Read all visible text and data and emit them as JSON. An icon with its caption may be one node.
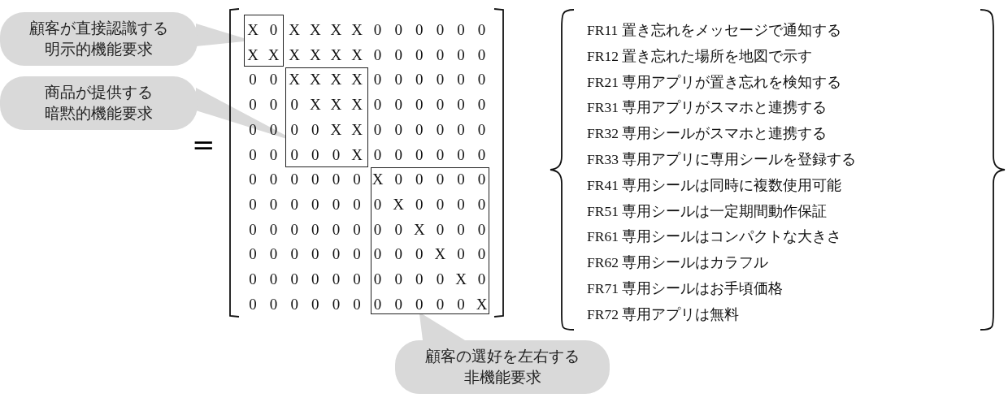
{
  "diagram": {
    "nodes": [
      {
        "text": [
          "顧客が直接認識する明示的機能要求"
        ]
      },
      {
        "text": [],
        "shape": "box"
      },
      {
        "text": [
          "商品が提供する暗黙的機能要求"
        ]
      },
      {
        "text": [],
        "shape": "box"
      },
      {
        "text": [],
        "shape": "box"
      },
      {
        "text": [
          "顧客の選好を左右する非機能要求"
        ]
      }
    ],
    "edges": [
      {
        "from": 0,
        "to": 1,
        "arrow": "none"
      },
      {
        "from": 2,
        "to": 3,
        "arrow": "none"
      },
      {
        "from": 5,
        "to": 4,
        "arrow": "none"
      }
    ],
    "labels": [
      "=",
      "X",
      "0",
      "X",
      "X",
      "X",
      "X",
      "0",
      "0",
      "0",
      "0",
      "0",
      "0",
      "X",
      "X",
      "X",
      "X",
      "X",
      "X",
      "0",
      "0",
      "0",
      "0",
      "0",
      "0",
      "0",
      "0",
      "X",
      "X",
      "X",
      "X",
      "0",
      "0",
      "0",
      "0",
      "0",
      "0",
      "0",
      "0",
      "0",
      "X",
      "X",
      "X",
      "0",
      "0",
      "0",
      "0",
      "0",
      "0",
      "0",
      "0",
      "0",
      "0",
      "X",
      "X",
      "0",
      "0",
      "0",
      "0",
      "0",
      "0",
      "0",
      "0",
      "0",
      "0",
      "0",
      "X",
      "0",
      "0",
      "0",
      "0",
      "0",
      "0",
      "0",
      "0",
      "0",
      "0",
      "0",
      "0",
      "X",
      "0",
      "0",
      "0",
      "0",
      "0",
      "0",
      "0",
      "0",
      "0",
      "0",
      "0",
      "0",
      "X",
      "0",
      "0",
      "0",
      "0",
      "0",
      "0",
      "0",
      "0",
      "0",
      "0",
      "0",
      "0",
      "X",
      "0",
      "0",
      "0",
      "0",
      "0",
      "0",
      "0",
      "0",
      "0",
      "0",
      "0",
      "0",
      "X",
      "0",
      "0",
      "0",
      "0",
      "0",
      "0",
      "0",
      "0",
      "0",
      "0",
      "0",
      "0",
      "X",
      "0",
      "0",
      "0",
      "0",
      "0",
      "0",
      "0",
      "0",
      "0",
      "0",
      "0",
      "0",
      "X",
      "FR11 置き忘れをメッセージで通知する",
      "FR12 置き忘れた場所を地図で示す",
      "FR21 専用アプリが置き忘れを検知する",
      "FR31 専用アプリがスマホと連携する",
      "FR32 専用シールがスマホと連携する",
      "FR33 専用アプリに専用シールを登録する",
      "FR41 専用シールは同時に複数使用可能",
      "FR51 専用シールは一定期間動作保証",
      "FR61 専用シールはコンパクトな大きさ",
      "FR62 専用シールはカラフル",
      "FR71 専用シールはお手頃価格",
      "FR72 専用アプリは無料"
    ]
  }
}
